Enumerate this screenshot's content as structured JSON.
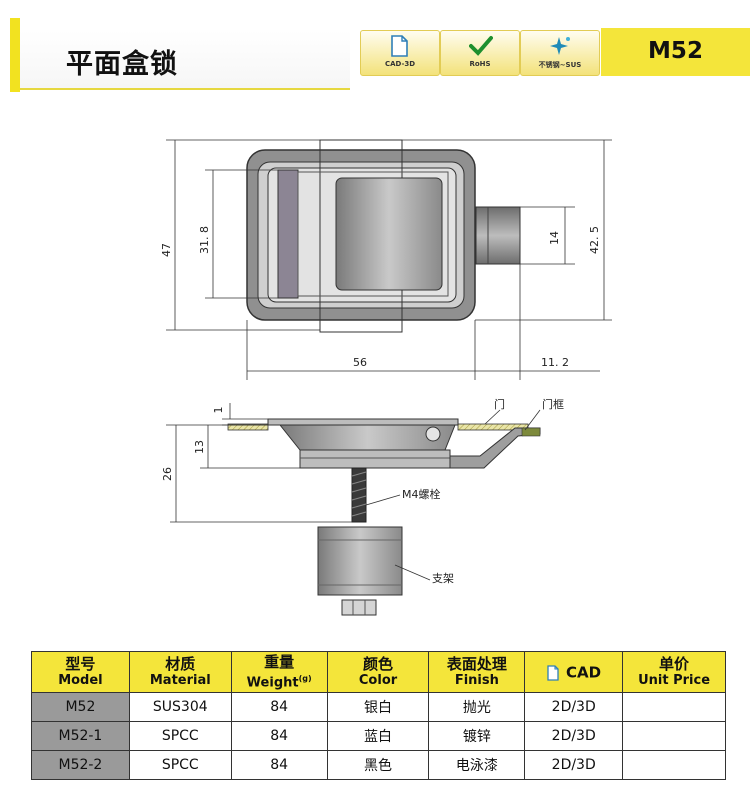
{
  "header": {
    "title": "平面盒锁",
    "badges": [
      {
        "label": "CAD-3D",
        "icon": "file-icon"
      },
      {
        "label": "RoHS",
        "icon": "checkmark-icon"
      },
      {
        "label": "不锈钢~SUS",
        "icon": "sparkle-icon"
      }
    ],
    "model_code": "M52",
    "accent_color": "#f4e53a"
  },
  "drawing": {
    "dims": {
      "height_47": "47",
      "height_31_8": "31. 8",
      "bolt_14": "14",
      "height_42_5": "42. 5",
      "width_56": "56",
      "width_11_2": "11. 2",
      "side_1": "1",
      "side_13": "13",
      "side_26": "26"
    },
    "labels": {
      "door": "门",
      "door_frame": "门框",
      "bolt": "M4螺栓",
      "bracket": "支架"
    }
  },
  "table": {
    "headers": [
      {
        "zh": "型号",
        "en": "Model"
      },
      {
        "zh": "材质",
        "en": "Material"
      },
      {
        "zh": "重量",
        "en": "Weight",
        "unit": "(g)"
      },
      {
        "zh": "颜色",
        "en": "Color"
      },
      {
        "zh": "表面处理",
        "en": "Finish"
      },
      {
        "zh": "CAD",
        "en": ""
      },
      {
        "zh": "单价",
        "en": "Unit Price"
      }
    ],
    "rows": [
      {
        "model": "M52",
        "material": "SUS304",
        "weight": "84",
        "color": "银白",
        "finish": "抛光",
        "cad": "2D/3D",
        "price": ""
      },
      {
        "model": "M52-1",
        "material": "SPCC",
        "weight": "84",
        "color": "蓝白",
        "finish": "镀锌",
        "cad": "2D/3D",
        "price": ""
      },
      {
        "model": "M52-2",
        "material": "SPCC",
        "weight": "84",
        "color": "黑色",
        "finish": "电泳漆",
        "cad": "2D/3D",
        "price": ""
      }
    ]
  }
}
